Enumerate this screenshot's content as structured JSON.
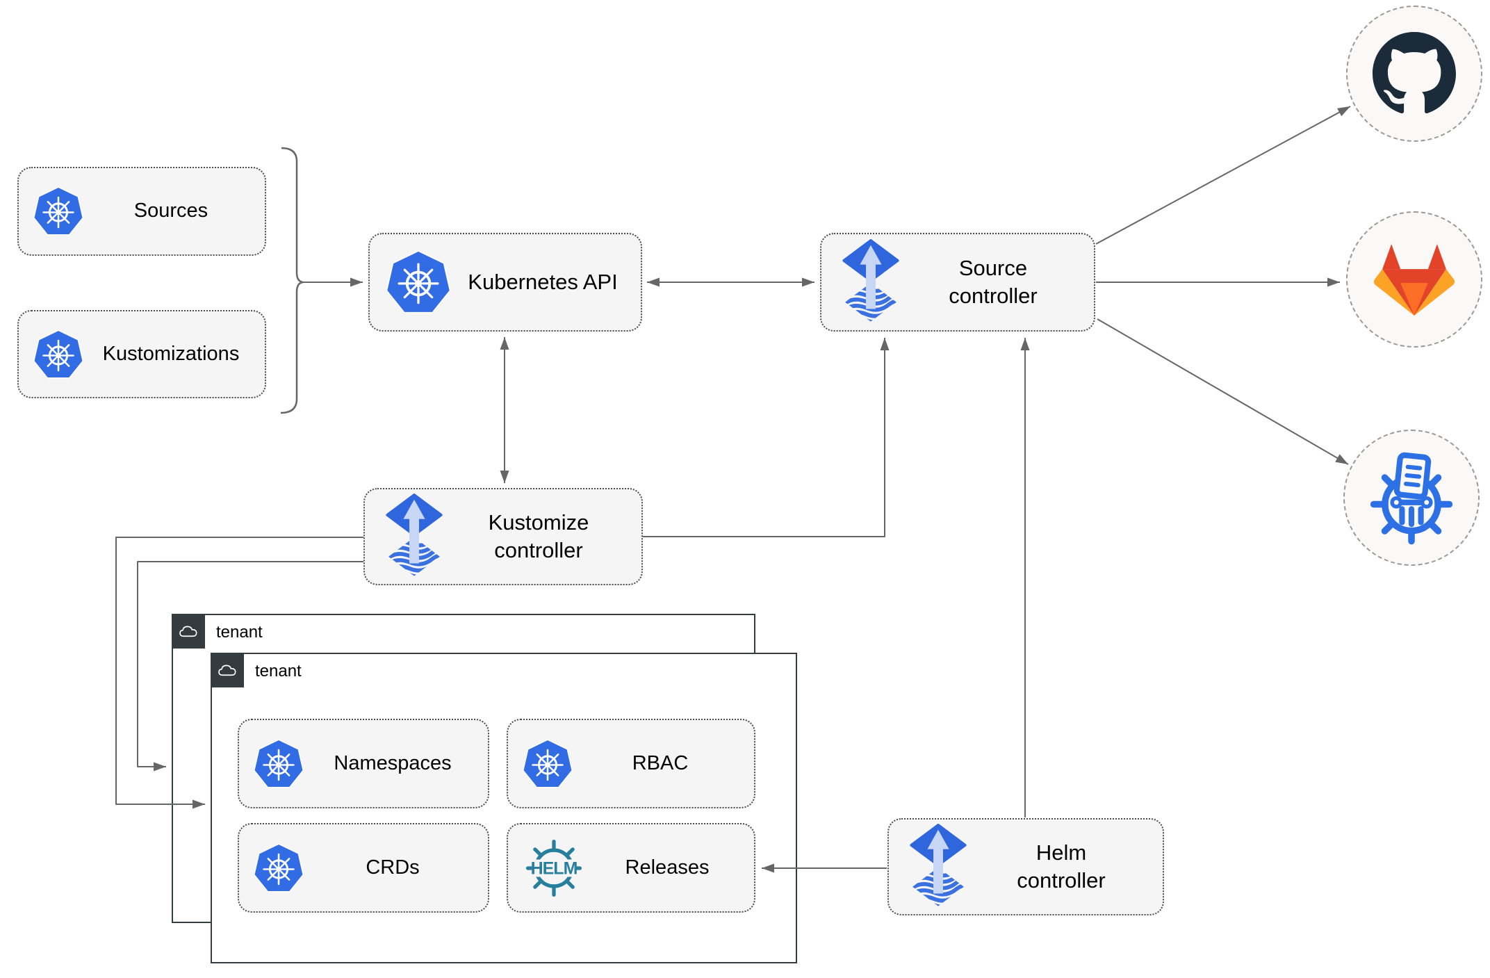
{
  "colors": {
    "kubernetes_blue": "#326ce5",
    "flux_blue": "#2f66dd",
    "flux_wave": "#3a70e0",
    "flux_arrow": "#c7d6f5",
    "helm_teal": "#277e9d",
    "github_dark": "#1b2b3a",
    "gitlab_red": "#e24329",
    "gitlab_orange": "#fc6d26",
    "gitlab_amber": "#fca326",
    "chartmuseum_blue": "#2d6fe4",
    "edge_gray": "#666666",
    "tenant_dark": "#353c3f",
    "node_fill": "#f5f5f5",
    "circle_fill": "#faf9f7"
  },
  "nodes": {
    "sources": {
      "label": "Sources",
      "icon": "kubernetes-icon"
    },
    "kustomizations": {
      "label": "Kustomizations",
      "icon": "kubernetes-icon"
    },
    "kubernetes_api": {
      "label": "Kubernetes API",
      "icon": "kubernetes-icon"
    },
    "source_controller": {
      "label": "Source\ncontroller",
      "icon": "flux-icon"
    },
    "kustomize_controller": {
      "label": "Kustomize\ncontroller",
      "icon": "flux-icon"
    },
    "helm_controller": {
      "label": "Helm\ncontroller",
      "icon": "flux-icon"
    },
    "namespaces": {
      "label": "Namespaces",
      "icon": "kubernetes-icon"
    },
    "rbac": {
      "label": "RBAC",
      "icon": "kubernetes-icon"
    },
    "crds": {
      "label": "CRDs",
      "icon": "kubernetes-icon"
    },
    "releases": {
      "label": "Releases",
      "icon": "helm-icon"
    }
  },
  "groups": {
    "tenant_back": {
      "label": "tenant",
      "icon": "cloud-icon"
    },
    "tenant_front": {
      "label": "tenant",
      "icon": "cloud-icon"
    }
  },
  "remotes": {
    "github": {
      "icon": "github-icon"
    },
    "gitlab": {
      "icon": "gitlab-icon"
    },
    "chartmuseum": {
      "icon": "chartmuseum-icon"
    }
  },
  "helm_logo_text": "HELM"
}
